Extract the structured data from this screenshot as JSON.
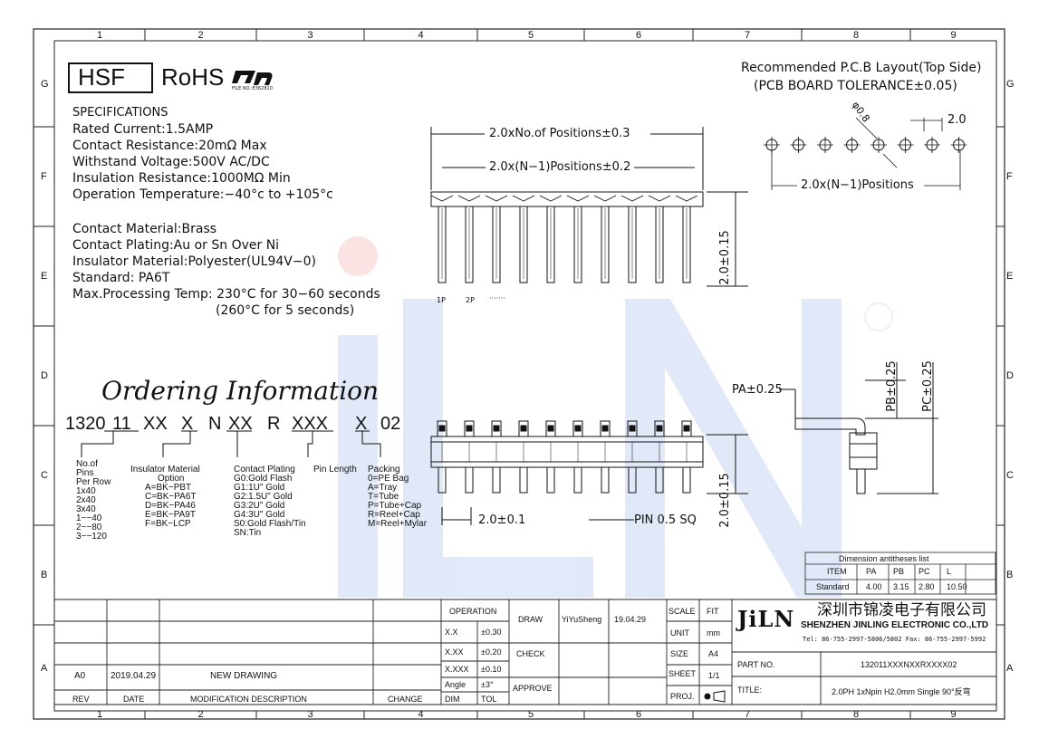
{
  "grid": {
    "cols": [
      "1",
      "2",
      "3",
      "4",
      "5",
      "6",
      "7",
      "8",
      "9"
    ],
    "rows": [
      "G",
      "F",
      "E",
      "D",
      "C",
      "B",
      "A"
    ]
  },
  "header": {
    "hsf": "HSF",
    "rohs": "RoHS",
    "file_no": "FILE NO.:E362810"
  },
  "specifications": {
    "title": "SPECIFICATIONS",
    "lines": [
      "Rated Current:1.5AMP",
      "Contact Resistance:20mΩ Max",
      "Withstand Voltage:500V AC/DC",
      "Insulation Resistance:1000MΩ Min",
      "Operation Temperature:−40°c to +105°c"
    ],
    "materials": [
      "Contact Material:Brass",
      "Contact Plating:Au or Sn Over Ni",
      "Insulator Material:Polyester(UL94V−0)",
      "Standard:  PA6T",
      "Max.Processing Temp: 230°C for 30−60 seconds",
      "(260°C for 5 seconds)"
    ]
  },
  "pcb": {
    "title_1": "Recommended P.C.B Layout(Top Side)",
    "title_2": "(PCB BOARD TOLERANCE±0.05)",
    "hole": "φ0.8",
    "pitch": "2.0",
    "span": "2.0x(N−1)Positions"
  },
  "front_view": {
    "overall": "2.0xNo.of Positions±0.3",
    "span": "2.0x(N−1)Positions±0.2",
    "height": "2.0±0.15",
    "p1": "1P",
    "p2": "2P",
    "dots": "·······"
  },
  "lower_view": {
    "pitch": "2.0±0.1",
    "pin": "PIN 0.5 SQ",
    "height": "2.0±0.15"
  },
  "side_view": {
    "pa": "PA±0.25",
    "pb": "PB±0.25",
    "pc": "PC±0.25"
  },
  "ordering": {
    "title": "Ordering Information",
    "code": [
      "1320",
      "11",
      "XX",
      "X",
      "N",
      "XX",
      "R",
      "XXX",
      "X",
      "02"
    ],
    "pins": [
      "No.of",
      "Pins",
      "Per Row",
      "1x40",
      "2x40",
      "3x40",
      "1−−40",
      "2−−80",
      "3−−120"
    ],
    "insulator": [
      "Insulator Material",
      "Option",
      "A=BK−PBT",
      "C=BK−PA6T",
      "D=BK−PA46",
      "E=BK−PA9T",
      "F=BK−LCP"
    ],
    "plating": [
      "Contact Plating",
      "G0:Gold Flash",
      "G1:1U\" Gold",
      "G2:1.5U\" Gold",
      "G3:2U\" Gold",
      "G4:3U\" Gold",
      "S0:Gold Flash/Tin",
      "SN:Tin"
    ],
    "pin_length": "Pin Length",
    "packing": [
      "Packing",
      "0=PE Bag",
      "A=Tray",
      "T=Tube",
      "P=Tube+Cap",
      "R=Reel+Cap",
      "M=Reel+Mylar"
    ]
  },
  "dimension_list": {
    "title": "Dimension antitheses list",
    "headers": [
      "ITEM",
      "PA",
      "PB",
      "PC",
      "L"
    ],
    "row": [
      "Standard",
      "4.00",
      "3.15",
      "2.80",
      "10.50"
    ]
  },
  "title_block": {
    "revision": {
      "rev": "A0",
      "date": "2019.04.29",
      "desc": "NEW DRAWING"
    },
    "footer": {
      "rev": "REV",
      "date": "DATE",
      "desc": "MODIFICATION DESCRIPTION",
      "change": "CHANGE"
    },
    "tolerance": {
      "operation": "OPERATION",
      "rows": [
        [
          "X.X",
          "±0.30"
        ],
        [
          "X.XX",
          "±0.20"
        ],
        [
          "X.XXX",
          "±0.10"
        ],
        [
          "Angle",
          "±3°"
        ],
        [
          "DIM",
          "TOL"
        ]
      ]
    },
    "draw": "DRAW",
    "drawer": "YiYuSheng",
    "draw_date": "19.04.29",
    "check": "CHECK",
    "approve": "APPROVE",
    "scale": "SCALE",
    "scale_v": "FIT",
    "unit": "UNIT",
    "unit_v": "mm",
    "size": "SIZE",
    "size_v": "A4",
    "sheet": "SHEET",
    "sheet_v": "1/1",
    "proj": "PROJ.",
    "company_logo": "JiLN",
    "company_cn": "深圳市锦凌电子有限公司",
    "company_en": "SHENZHEN JINLING ELECTRONIC CO.,LTD",
    "contact": "Tel: 86-755-2997-5806/5802   Fax: 86-755-2997-5992",
    "part_label": "PART NO.",
    "part_value": "132011XXXNXXRXXXX02",
    "title_label": "TITLE:",
    "title_value": "2.0PH 1xNpin H2.0mm Single 90°反弯"
  }
}
